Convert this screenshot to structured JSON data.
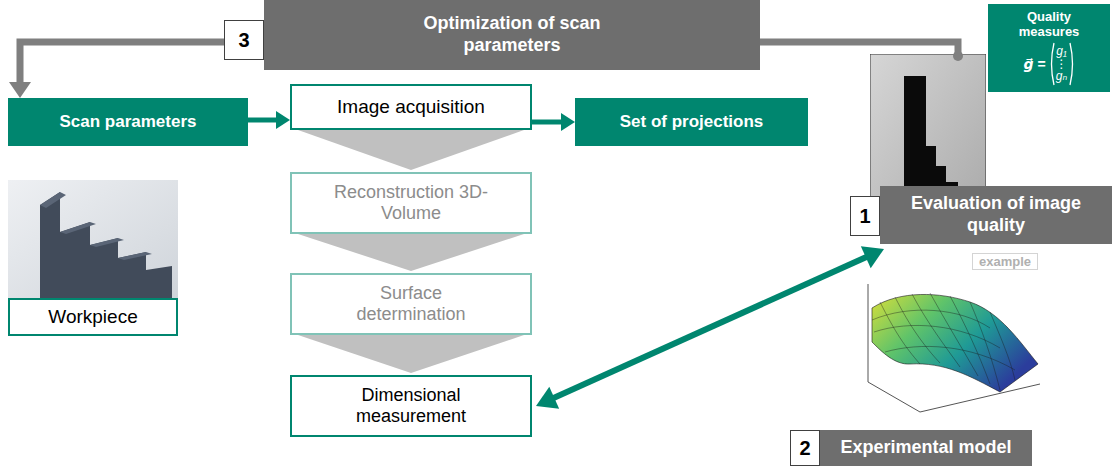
{
  "diagram": {
    "nodes": [
      {
        "text": [
          "3"
        ]
      },
      {
        "text": [
          "Optimization of scan parameters"
        ]
      },
      {
        "text": [
          "Scan parameters"
        ]
      },
      {
        "text": [
          "Image acquisition"
        ]
      },
      {
        "text": [
          "Set of projections"
        ]
      },
      {
        "text": [
          "Quality measures",
          "g⃗ =",
          "g₁",
          "⋮",
          "gₙ"
        ]
      },
      {
        "text": [
          "Reconstruction 3D-Volume"
        ]
      },
      {
        "text": [
          "1"
        ]
      },
      {
        "text": [
          "Evaluation of image quality"
        ]
      },
      {
        "text": [
          "Surface determination"
        ]
      },
      {
        "text": [
          "Workpiece"
        ]
      },
      {
        "text": [
          "Dimensional measurement"
        ]
      },
      {
        "text": [
          "2"
        ]
      },
      {
        "text": [
          "Experimental model"
        ]
      }
    ],
    "edges": [
      {
        "from": 8,
        "to": 2,
        "arrow": "to"
      },
      {
        "from": 2,
        "to": 3,
        "arrow": "to"
      },
      {
        "from": 3,
        "to": 4,
        "arrow": "to"
      },
      {
        "from": 3,
        "to": 6,
        "arrow": "to"
      },
      {
        "from": 6,
        "to": 9,
        "arrow": "to"
      },
      {
        "from": 9,
        "to": 11,
        "arrow": "to"
      },
      {
        "from": 11,
        "to": 8,
        "arrow": "both"
      }
    ],
    "labels": [
      "example"
    ]
  }
}
